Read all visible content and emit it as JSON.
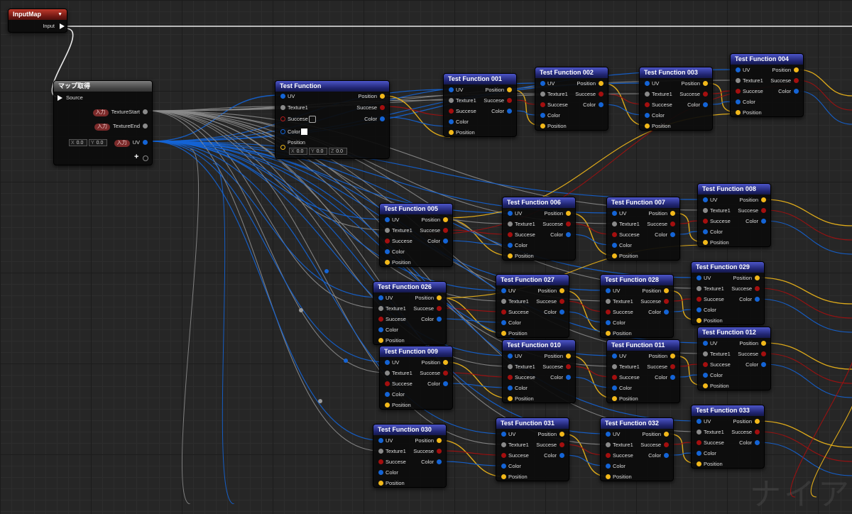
{
  "input_map": {
    "title": "InputMap",
    "pin_input": "Input"
  },
  "get_map": {
    "title": "マップ取得",
    "source_label": "Source",
    "tag_label": "入力",
    "pin_texture_start": "TextureStart",
    "pin_texture_end": "TextureEnd",
    "pin_uv": "UV",
    "uv_x_label": "X",
    "uv_x_value": "0.0",
    "uv_y_label": "Y",
    "uv_y_value": "0.0"
  },
  "test_function_main": {
    "title": "Test Function",
    "inputs": [
      "UV",
      "Texture1",
      "Succese",
      "Color",
      "Position"
    ],
    "outputs": [
      "Position",
      "Succese",
      "Color"
    ],
    "position_x_label": "X",
    "position_x_value": "0.0",
    "position_y_label": "Y",
    "position_y_value": "0.0",
    "position_z_label": "Z",
    "position_z_value": "0.0"
  },
  "pin_labels": {
    "uv": "UV",
    "texture1": "Texture1",
    "succese": "Succese",
    "color": "Color",
    "position": "Position"
  },
  "function_nodes": [
    "Test Function 001",
    "Test Function 002",
    "Test Function 003",
    "Test Function 004",
    "Test Function 005",
    "Test Function 006",
    "Test Function 007",
    "Test Function 008",
    "Test Function 026",
    "Test Function 027",
    "Test Function 028",
    "Test Function 029",
    "Test Function 009",
    "Test Function 010",
    "Test Function 011",
    "Test Function 012",
    "Test Function 030",
    "Test Function 031",
    "Test Function 032",
    "Test Function 033"
  ],
  "watermark_text": "ナイア",
  "colors": {
    "uv_pin": "#1464d6",
    "texture_pin": "#8a8a8a",
    "succese_pin": "#a40f0f",
    "position_pin": "#f2b81a",
    "exec_wire": "#ffffff",
    "function_header": "#1f246e",
    "event_header": "#6e1813",
    "macro_header": "#444444"
  }
}
